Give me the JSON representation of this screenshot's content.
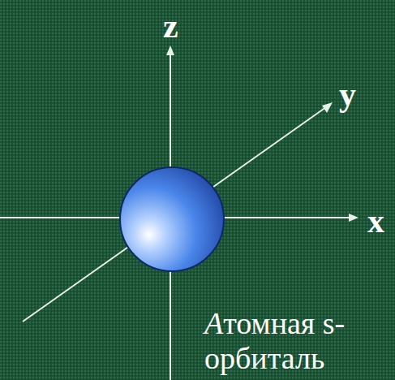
{
  "diagram": {
    "caption": "Атомная s-орбиталь",
    "labels": [
      "z",
      "y",
      "x"
    ]
  }
}
